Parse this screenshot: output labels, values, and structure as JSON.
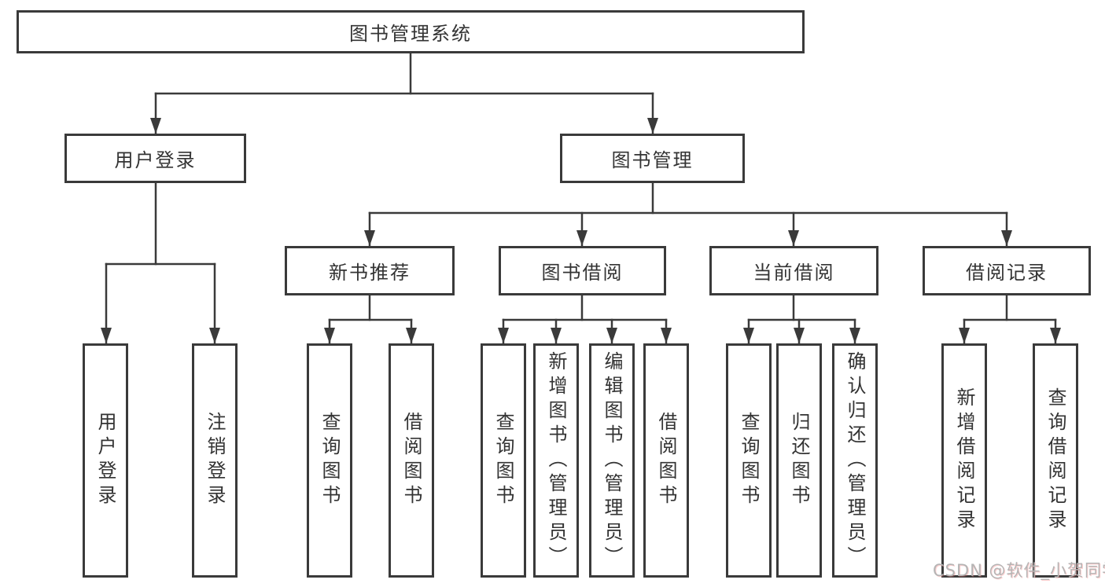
{
  "diagram_title": "图书管理系统",
  "tree": {
    "root": {
      "label": "图书管理系统"
    },
    "children": [
      {
        "label": "用户登录",
        "children": [
          {
            "label": "用户登录"
          },
          {
            "label": "注销登录"
          }
        ]
      },
      {
        "label": "图书管理",
        "children": [
          {
            "label": "新书推荐",
            "children": [
              {
                "label": "查询图书"
              },
              {
                "label": "借阅图书"
              }
            ]
          },
          {
            "label": "图书借阅",
            "children": [
              {
                "label": "查询图书"
              },
              {
                "label": "新增图书（管理员）"
              },
              {
                "label": "编辑图书（管理员）"
              },
              {
                "label": "借阅图书"
              }
            ]
          },
          {
            "label": "当前借阅",
            "children": [
              {
                "label": "查询图书"
              },
              {
                "label": "归还图书"
              },
              {
                "label": "确认归还（管理员）"
              }
            ]
          },
          {
            "label": "借阅记录",
            "children": [
              {
                "label": "新增借阅记录"
              },
              {
                "label": "查询借阅记录"
              }
            ]
          }
        ]
      }
    ]
  },
  "watermark": {
    "text": "CSDN @软件_小贺同学"
  },
  "colors": {
    "line": "#3a3a3a",
    "box_border": "#3a3a3a",
    "text": "#333333",
    "background": "#ffffff",
    "watermark": "#b5b5b5"
  }
}
